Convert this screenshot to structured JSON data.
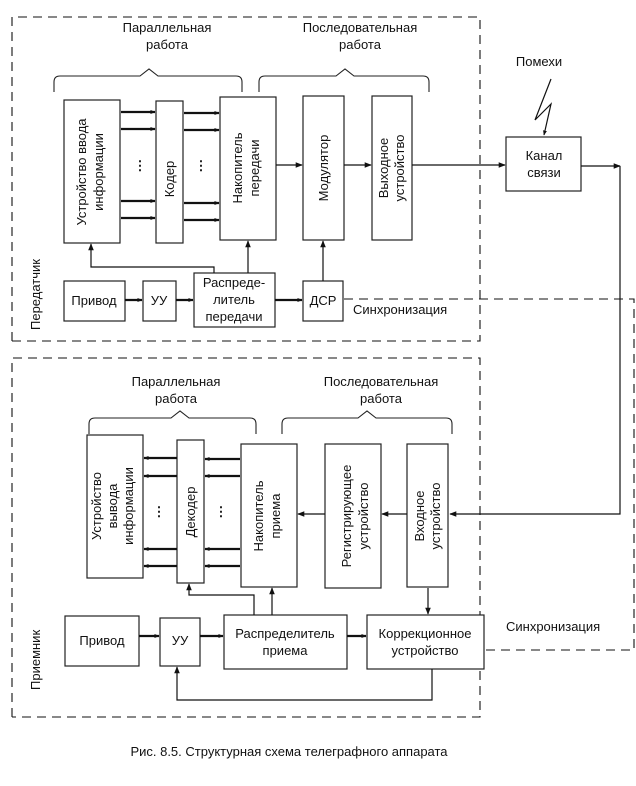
{
  "transmitter": {
    "section_label": "Передатчик",
    "parallel_label": [
      "Параллельная",
      "работа"
    ],
    "serial_label": [
      "Последовательная",
      "работа"
    ],
    "blocks": {
      "input_device": [
        "Устройство ввода",
        "информации"
      ],
      "coder": [
        "Кодер"
      ],
      "tx_storage": [
        "Накопитель",
        "передачи"
      ],
      "modulator": [
        "Модулятор"
      ],
      "output_device": [
        "Выходное",
        "устройство"
      ],
      "drive": [
        "Привод"
      ],
      "control": [
        "УУ"
      ],
      "tx_distributor": [
        "Распреде-",
        "литель",
        "передачи"
      ],
      "dsr": [
        "ДСР"
      ]
    },
    "sync_label": "Синхронизация",
    "ellipsis": "⋮"
  },
  "channel": {
    "block": [
      "Канал",
      "связи"
    ],
    "noise_label": "Помехи"
  },
  "receiver": {
    "section_label": "Приемник",
    "parallel_label": [
      "Параллельная",
      "работа"
    ],
    "serial_label": [
      "Последовательная",
      "работа"
    ],
    "blocks": {
      "output_info_device": [
        "Устройство",
        "вывода",
        "информации"
      ],
      "decoder": [
        "Декодер"
      ],
      "rx_storage": [
        "Накопитель",
        "приема"
      ],
      "register_device": [
        "Регистрирующее",
        "устройство"
      ],
      "input_device": [
        "Входное",
        "устройство"
      ],
      "drive": [
        "Привод"
      ],
      "control": [
        "УУ"
      ],
      "rx_distributor": [
        "Распределитель",
        "приема"
      ],
      "correction_device": [
        "Коррекционное",
        "устройство"
      ]
    },
    "sync_label": "Синхронизация",
    "ellipsis": "⋮"
  },
  "caption": "Рис. 8.5. Структурная схема телеграфного аппарата"
}
